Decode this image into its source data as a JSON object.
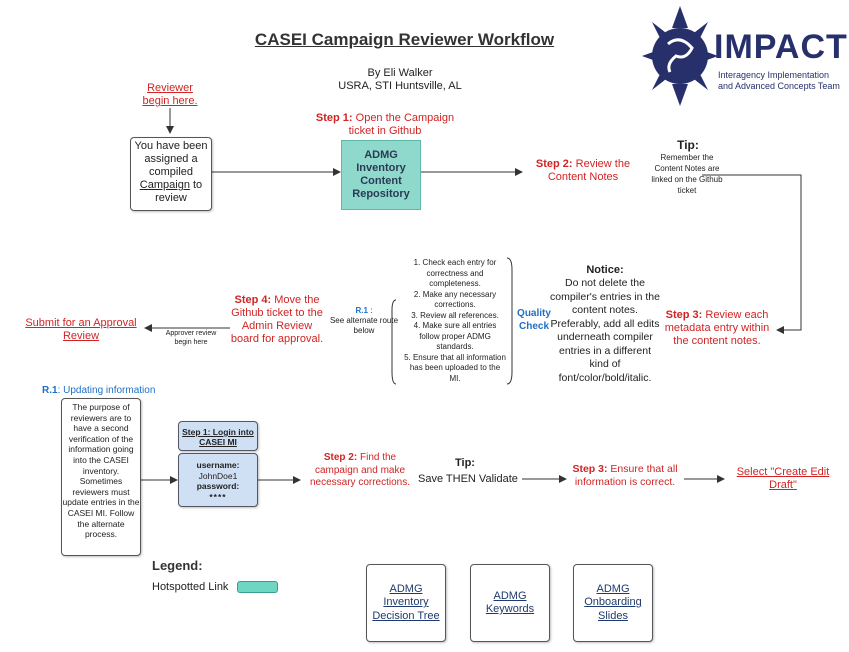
{
  "title": "CASEI Campaign Reviewer Workflow",
  "byline": "By Eli Walker",
  "org": "USRA, STI Huntsville, AL",
  "logo": {
    "name": "IMPACT",
    "subtitle_line1": "Interagency Implementation",
    "subtitle_line2": "and Advanced Concepts Team",
    "color": "#27306b"
  },
  "start": {
    "line1": "Reviewer",
    "line2": "begin here."
  },
  "assigned": {
    "pre": "You have been assigned a compiled",
    "link": "Campaign",
    "post": "to review"
  },
  "step1": {
    "label": "Step 1:",
    "text": "Open the Campaign ticket in Github"
  },
  "repo": {
    "line1": "ADMG",
    "line2": "Inventory",
    "line3": "Content",
    "line4": "Repository"
  },
  "step2": {
    "label": "Step 2:",
    "text": "Review the Content Notes"
  },
  "tip1": {
    "heading": "Tip:",
    "text": "Remember the Content Notes are linked on the Github ticket"
  },
  "step3": {
    "label": "Step 3:",
    "text": "Review each metadata entry within the content notes."
  },
  "notice": {
    "heading": "Notice:",
    "text": "Do not delete the compiler's entries in the content notes. Preferably, add all edits underneath compiler entries in a different kind of font/color/bold/italic."
  },
  "quality": {
    "label": "Quality Check"
  },
  "checklist": [
    "1. Check each entry for correctness and completeness.",
    "2. Make any necessary corrections.",
    "3. Review all references.",
    "4. Make sure all entries follow proper ADMG standards.",
    "5. Ensure that all information has been uploaded to the MI."
  ],
  "r1_ref": {
    "label": "R.1",
    "sep": ":",
    "text": "See alternate route below"
  },
  "step4": {
    "label": "Step 4:",
    "text": "Move the Github ticket to the Admin Review board for approval."
  },
  "approver": {
    "text": "Approver review begin here"
  },
  "submit": {
    "text": "Submit for an Approval Review"
  },
  "r1": {
    "label": "R.1",
    "text": ": Updating information"
  },
  "purpose": {
    "text": "The purpose of reviewers are to have a second verification of the information going into the CASEI inventory. Sometimes reviewers must update entries in the CASEI MI. Follow the alternate process."
  },
  "login": {
    "title": "Step 1: Login into CASEI MI",
    "user_label": "username:",
    "user_value": "JohnDoe1",
    "pass_label": "password:",
    "pass_value": "****"
  },
  "alt_step2": {
    "label": "Step 2:",
    "text": "Find the campaign and make necessary corrections."
  },
  "tip2": {
    "heading": "Tip:",
    "text": "Save THEN Validate"
  },
  "alt_step3": {
    "label": "Step 3:",
    "text": "Ensure that all information is correct."
  },
  "select": {
    "text": "Select \"Create Edit Draft\""
  },
  "legend": {
    "heading": "Legend:",
    "item": "Hotspotted Link",
    "swatch_color": "#6fd6c4"
  },
  "links": [
    {
      "text": "ADMG Inventory Decision Tree"
    },
    {
      "text": "ADMG Keywords"
    },
    {
      "text": "ADMG Onboarding Slides"
    }
  ],
  "colors": {
    "red": "#d12424",
    "blue": "#1f6fc6",
    "teal": "#8ed8cc",
    "lightblue": "#cfe0f5"
  }
}
